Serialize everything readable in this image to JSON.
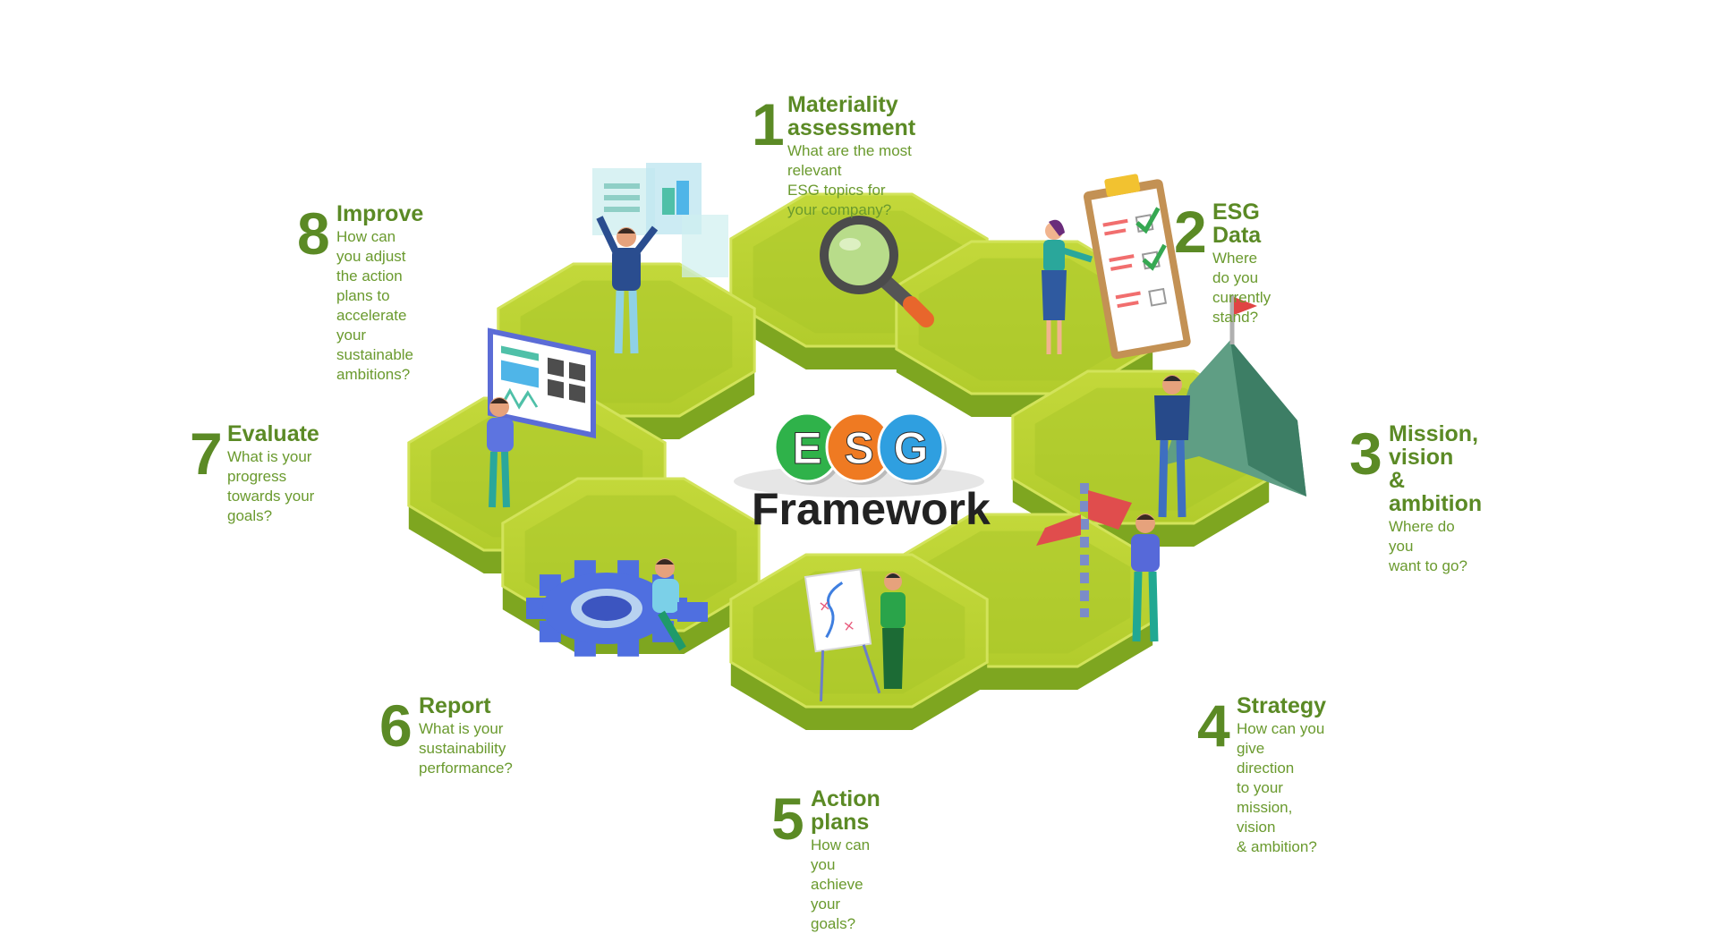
{
  "center": {
    "letters": [
      "E",
      "S",
      "G"
    ],
    "letter_colors": [
      "#2fb24a",
      "#ef7a22",
      "#2f9fe0"
    ],
    "title": "Framework"
  },
  "colors": {
    "hex_top": "#b9d12f",
    "hex_top_inner": "#aac62a",
    "hex_side": "#7ea620",
    "accent_green": "#5b8a25",
    "desc_green": "#6a9a2e"
  },
  "steps": [
    {
      "number": "1",
      "title": "Materiality\nassessment",
      "description": "What are the most relevant\nESG topics for your company?",
      "icon": "magnifier-icon"
    },
    {
      "number": "2",
      "title": "ESG Data",
      "description": "Where do you currently stand?",
      "icon": "clipboard-checklist-icon"
    },
    {
      "number": "3",
      "title": "Mission, vision\n& ambition",
      "description": "Where do you\nwant to go?",
      "icon": "mountain-flag-icon"
    },
    {
      "number": "4",
      "title": "Strategy",
      "description": "How can you give direction\nto your mission, vision\n& ambition?",
      "icon": "signpost-icon"
    },
    {
      "number": "5",
      "title": "Action plans",
      "description": "How can you achieve\nyour goals?",
      "icon": "flipchart-icon"
    },
    {
      "number": "6",
      "title": "Report",
      "description": "What is your sustainability\nperformance?",
      "icon": "gear-laptop-icon"
    },
    {
      "number": "7",
      "title": "Evaluate",
      "description": "What is your progress\ntowards your goals?",
      "icon": "dashboard-board-icon"
    },
    {
      "number": "8",
      "title": "Improve",
      "description": "How can you adjust the action\nplans to accelerate your\nsustainable ambitions?",
      "icon": "data-screens-icon"
    }
  ]
}
